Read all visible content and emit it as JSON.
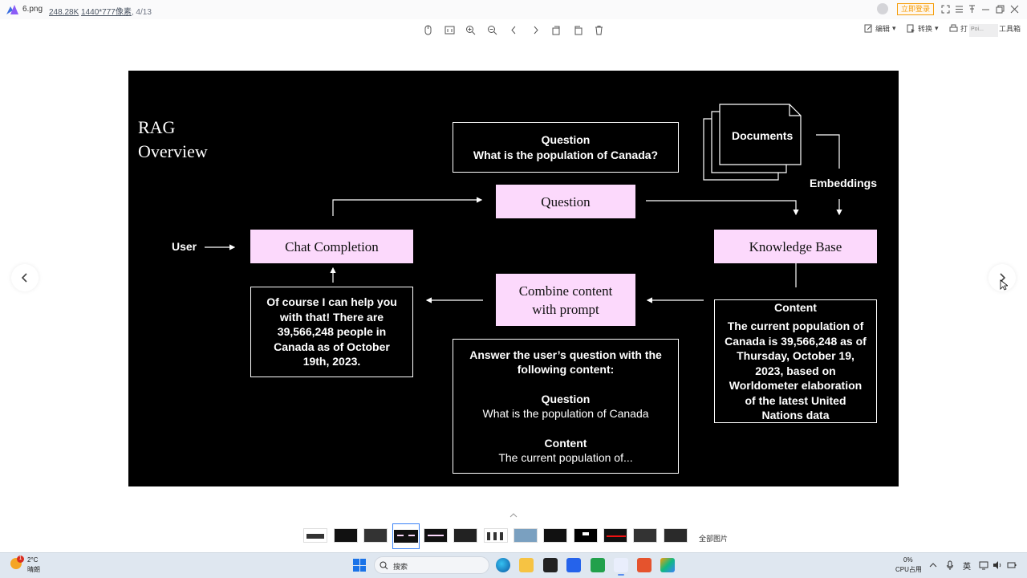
{
  "titlebar": {
    "file_name": "6.png",
    "file_size": "248.28K",
    "dimensions": "1440*777像素",
    "index": ", 4/13",
    "login_label": "立即登录"
  },
  "toolbar": {
    "edit_label": "编辑",
    "convert_label": "转换",
    "print_label": "打",
    "tools_label": "工具箱",
    "ghost_text": "Poi..."
  },
  "slide": {
    "title": "RAG\nOverview",
    "question_box": {
      "head": "Question",
      "text": "What is the population of Canada?"
    },
    "documents_label": "Documents",
    "embeddings_label": "Embeddings",
    "question_label": "Question",
    "user_label": "User",
    "chat_completion_label": "Chat Completion",
    "knowledge_base_label": "Knowledge Base",
    "combine_label": "Combine content with prompt",
    "answer_box": "Of course I can help you with that! There are 39,566,248 people in Canada as of October 19th, 2023.",
    "prompt_box": {
      "instruction": "Answer the user’s question with the following content:",
      "question_head": "Question",
      "question_text": "What is the population of Canada",
      "content_head": "Content",
      "content_text": "The current population of..."
    },
    "content_box": {
      "head": "Content",
      "text": "The current population of Canada is 39,566,248 as of Thursday, October 19, 2023, based on Worldometer elaboration of the latest United Nations data"
    }
  },
  "thumbnails": {
    "count": 13,
    "active_index": 4,
    "all_label": "全部图片"
  },
  "taskbar": {
    "weather_temp": "2°C",
    "weather_desc": "晴朗",
    "weather_badge": "1",
    "search_placeholder": "搜索",
    "cpu_value": "0%",
    "cpu_label": "CPU占用",
    "ime_label": "英"
  },
  "colors": {
    "slide_bg": "#000000",
    "pink_box": "#fcd9fc",
    "accent": "#3b82f6",
    "login": "#f59e0b"
  }
}
